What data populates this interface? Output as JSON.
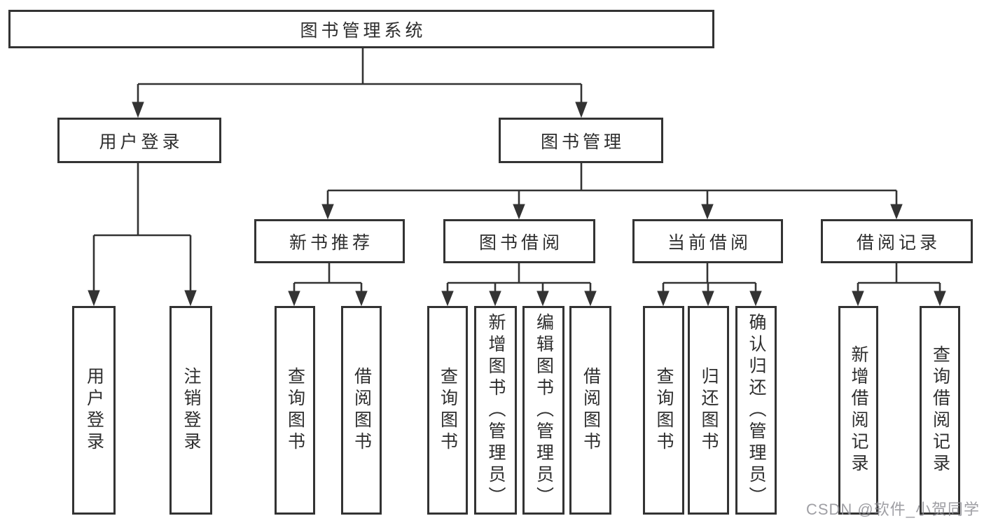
{
  "tree": {
    "label": "图书管理系统",
    "children": [
      {
        "label": "用户登录",
        "children": [
          {
            "label": "用户登录"
          },
          {
            "label": "注销登录"
          }
        ]
      },
      {
        "label": "图书管理",
        "children": [
          {
            "label": "新书推荐",
            "children": [
              {
                "label": "查询图书"
              },
              {
                "label": "借阅图书"
              }
            ]
          },
          {
            "label": "图书借阅",
            "children": [
              {
                "label": "查询图书"
              },
              {
                "label": "新增图书（管理员）"
              },
              {
                "label": "编辑图书（管理员）"
              },
              {
                "label": "借阅图书"
              }
            ]
          },
          {
            "label": "当前借阅",
            "children": [
              {
                "label": "查询图书"
              },
              {
                "label": "归还图书"
              },
              {
                "label": "确认归还（管理员）"
              }
            ]
          },
          {
            "label": "借阅记录",
            "children": [
              {
                "label": "新增借阅记录"
              },
              {
                "label": "查询借阅记录"
              }
            ]
          }
        ]
      }
    ]
  },
  "watermark": {
    "text": "CSDN @软件_小贺同学"
  },
  "colors": {
    "line": "#333333",
    "box_border": "#333333",
    "text": "#2e2e2e",
    "background": "#ffffff",
    "watermark": "#8e8e94"
  }
}
